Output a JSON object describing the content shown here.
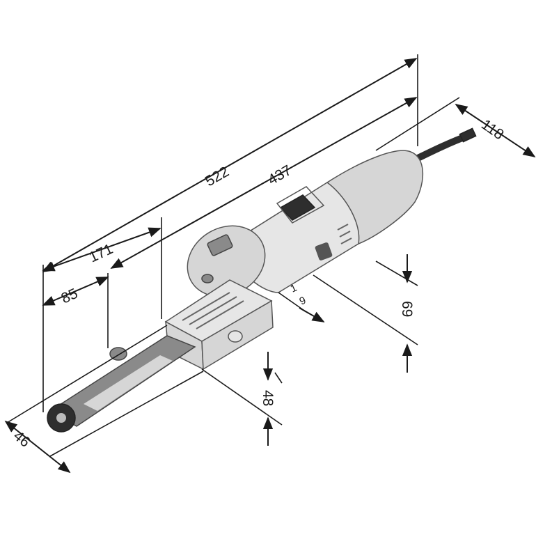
{
  "dimensions": {
    "overall_length": "522",
    "body_length": "437",
    "arm_length": "171",
    "arm_short": "85",
    "height_rear": "118",
    "height_body": "69",
    "belt_width": "9",
    "belt_minor": "1",
    "arm_height": "48",
    "arm_width": "46"
  },
  "colors": {
    "line": "#1a1a1a",
    "tool_body": "#d6d6d6",
    "tool_dark": "#2e2e2e"
  }
}
